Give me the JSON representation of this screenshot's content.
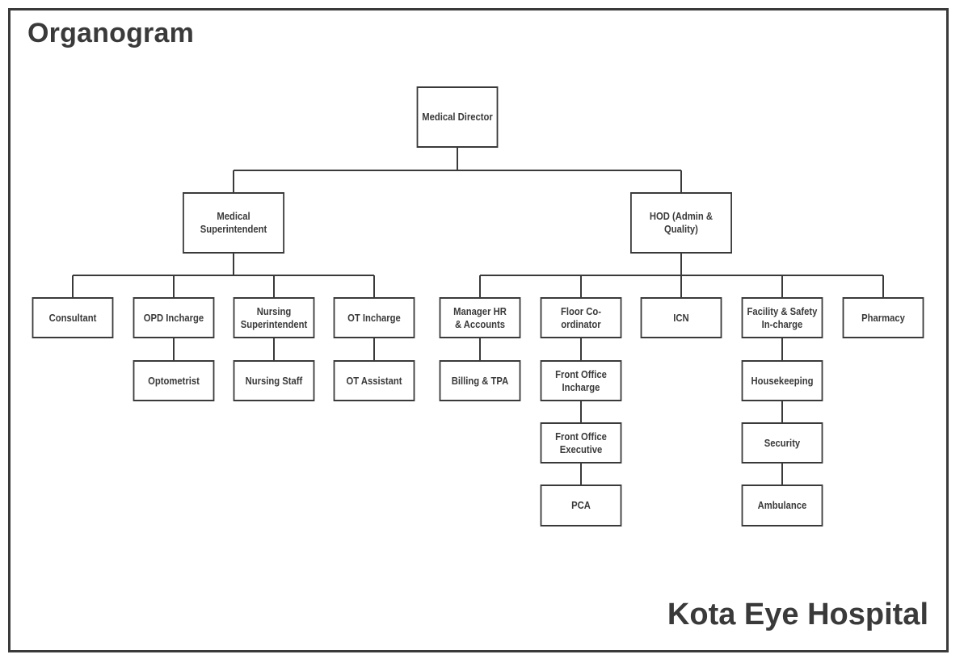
{
  "title": "Organogram",
  "hospital": "Kota Eye Hospital",
  "nodes": {
    "medical_director": "Medical Director",
    "medical_superintendent": "Medical Superintendent",
    "hod_admin_quality": "HOD (Admin & Quality)",
    "consultant": "Consultant",
    "opd_incharge": "OPD Incharge",
    "nursing_superintendent": "Nursing\nSuperintendent",
    "ot_incharge": "OT Incharge",
    "optometrist": "Optometrist",
    "nursing_staff": "Nursing Staff",
    "ot_assistant": "OT Assistant",
    "manager_hr_accounts": "Manager HR\n& Accounts",
    "floor_coordinator": "Floor Co-ordinator",
    "icn": "ICN",
    "facility_safety_incharge": "Facility & Safety\nIn-charge",
    "pharmacy": "Pharmacy",
    "billing_tpa": "Billing & TPA",
    "front_office_incharge": "Front Office\nIncharge",
    "front_office_executive": "Front Office\nExecutive",
    "pca": "PCA",
    "housekeeping": "Housekeeping",
    "security": "Security",
    "ambulance": "Ambulance"
  }
}
